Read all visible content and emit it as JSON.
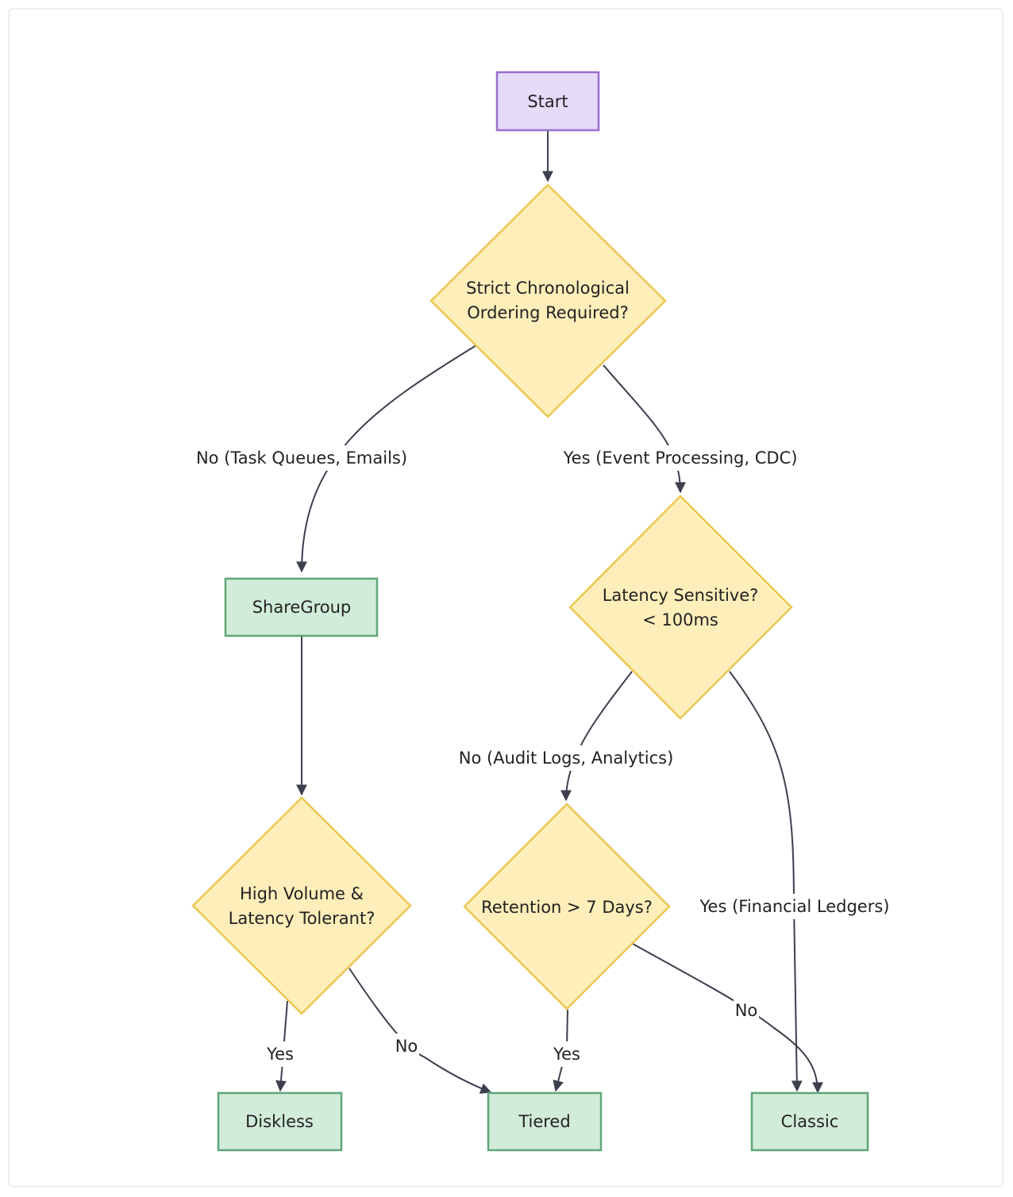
{
  "nodes": {
    "start": {
      "lines": [
        "Start"
      ]
    },
    "strict": {
      "lines": [
        "Strict Chronological",
        "Ordering Required?"
      ]
    },
    "sharegroup": {
      "lines": [
        "ShareGroup"
      ]
    },
    "latency": {
      "lines": [
        "Latency Sensitive?",
        "< 100ms"
      ]
    },
    "highvol": {
      "lines": [
        "High Volume &",
        "Latency Tolerant?"
      ]
    },
    "retention": {
      "lines": [
        "Retention > 7 Days?"
      ]
    },
    "diskless": {
      "lines": [
        "Diskless"
      ]
    },
    "tiered": {
      "lines": [
        "Tiered"
      ]
    },
    "classic": {
      "lines": [
        "Classic"
      ]
    }
  },
  "edges": {
    "strict_no": "No (Task Queues, Emails)",
    "strict_yes": "Yes (Event Processing, CDC)",
    "latency_no": "No (Audit Logs, Analytics)",
    "latency_yes": "Yes (Financial Ledgers)",
    "highvol_yes": "Yes",
    "highvol_no": "No",
    "retention_yes": "Yes",
    "retention_no": "No"
  },
  "colors": {
    "start_fill": "#e5dcfa",
    "start_border": "#9a6fcf",
    "decision_fill": "#fdeeba",
    "decision_border": "#ecc752",
    "outcome_fill": "#d1ecd9",
    "outcome_border": "#5fa677",
    "edge": "#3d3f4e"
  }
}
